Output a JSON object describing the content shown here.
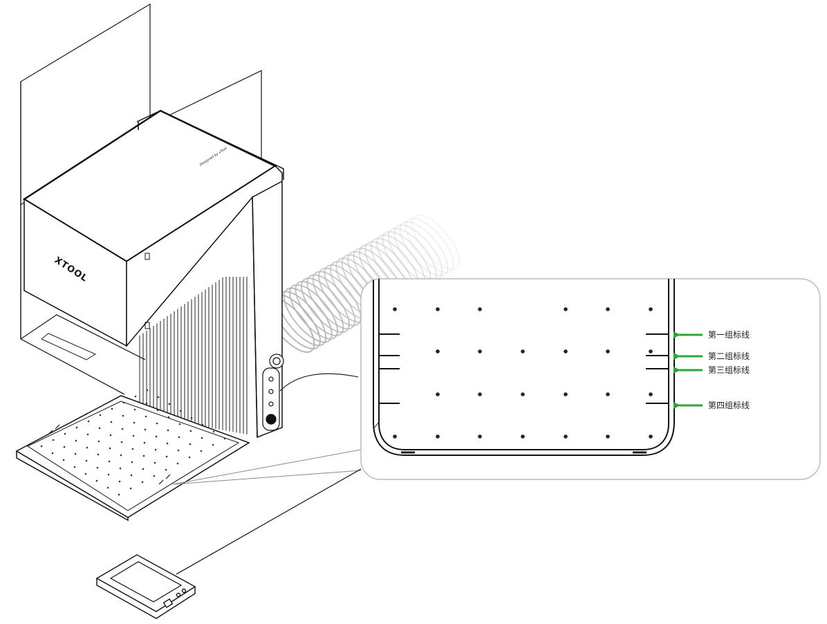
{
  "device": {
    "brand_text": "XTOOL",
    "top_tag": "Designed by xTool"
  },
  "callouts": [
    {
      "label": "第一组标线",
      "color": "#2aa53a"
    },
    {
      "label": "第二组标线",
      "color": "#2aa53a"
    },
    {
      "label": "第三组标线",
      "color": "#2aa53a"
    },
    {
      "label": "第四组标线",
      "color": "#2aa53a"
    }
  ],
  "colors": {
    "line": "#1a1a1a",
    "arrow": "#2aa53a",
    "panel_border": "#bbbbbb"
  }
}
